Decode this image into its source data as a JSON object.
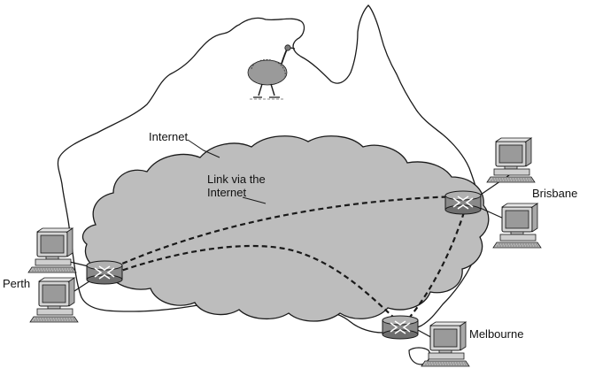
{
  "labels": {
    "internet": "Internet",
    "link_line1": "Link via the",
    "link_line2": "Internet",
    "brisbane": "Brisbane",
    "perth": "Perth",
    "melbourne": "Melbourne"
  },
  "colors": {
    "cloud_fill": "#bdbdbd",
    "outline": "#1a1a1a",
    "router_fill": "#8a8a8a",
    "monitor_fill": "#d4d4d4",
    "screen_fill": "#9a9a9a"
  },
  "icons": {
    "mascot": "emu-icon",
    "router": "router-icon",
    "workstation": "computer-icon"
  }
}
